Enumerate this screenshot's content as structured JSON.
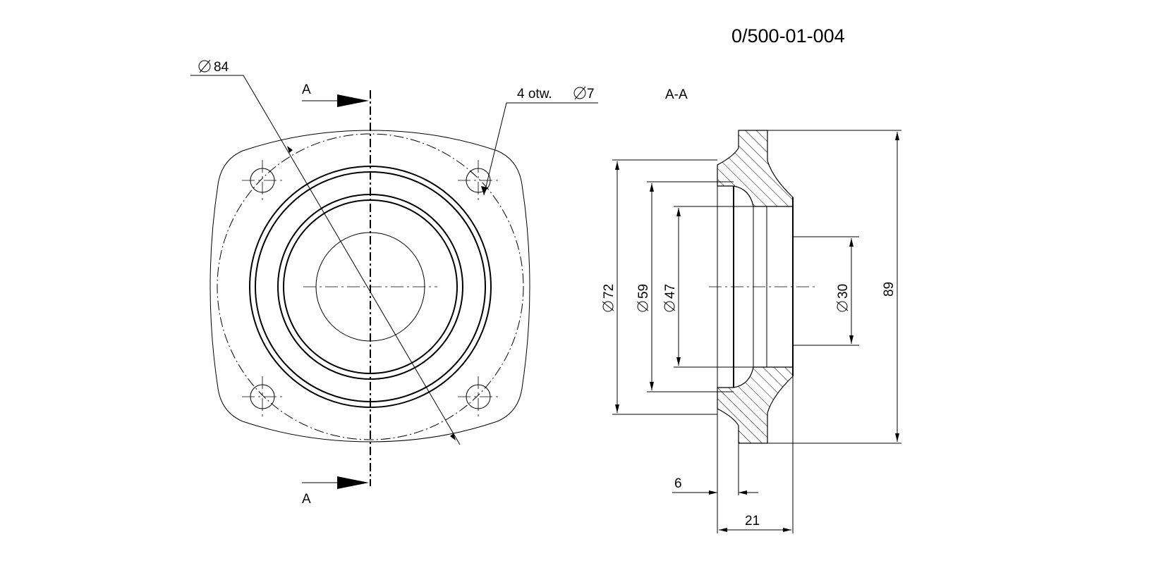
{
  "drawing_number": "0/500-01-004",
  "section_marker": "A",
  "section_title": "A-A",
  "dimensions": {
    "outer_diameter": "84",
    "holes": "4 otw.",
    "hole_diameter": "7",
    "d72": "72",
    "d59": "59",
    "d47": "47",
    "d30": "30",
    "height": "89",
    "width_6": "6",
    "width_21": "21"
  }
}
